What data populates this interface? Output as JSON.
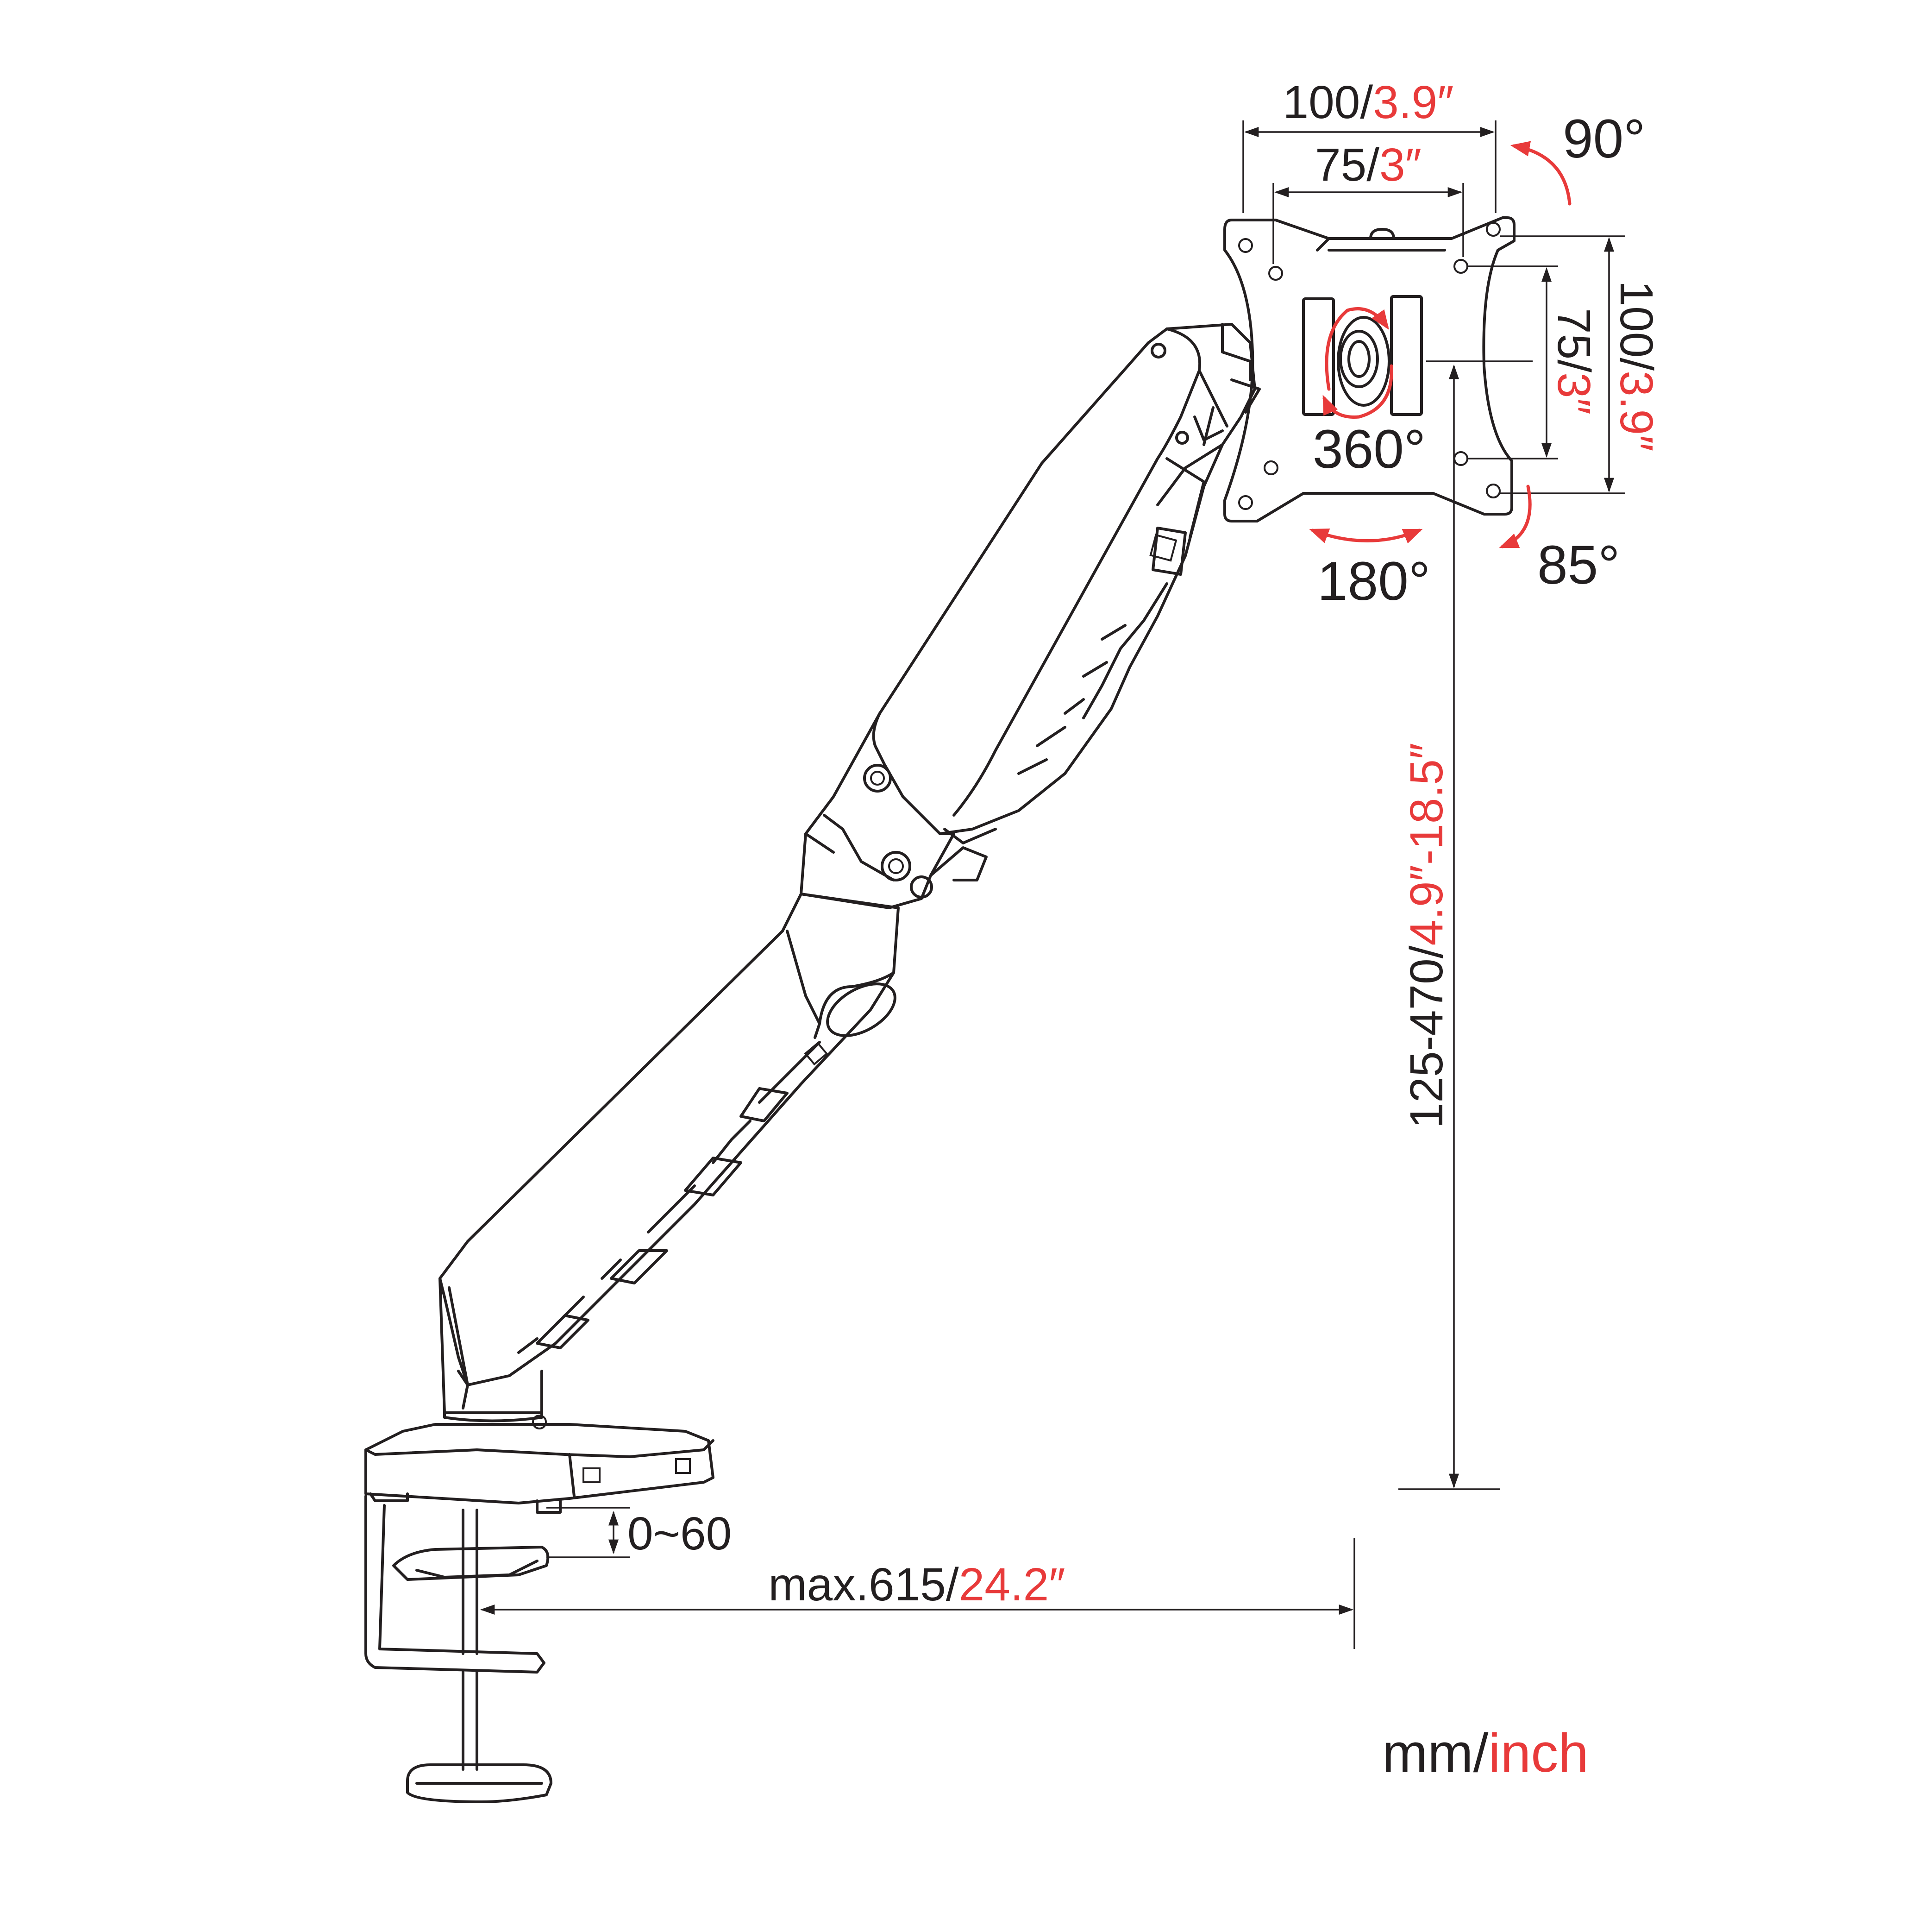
{
  "colors": {
    "ink": "#231f20",
    "accent": "#e83a3a"
  },
  "dimensions": {
    "outer_width": {
      "mm": "100/",
      "inch": "3.9″"
    },
    "inner_width": {
      "mm": "75/",
      "inch": "3″"
    },
    "outer_height": {
      "mm": "100/",
      "inch": "3.9″"
    },
    "inner_height": {
      "mm": "75/",
      "inch": "3″"
    },
    "height_range": {
      "mm": "125-470/",
      "inch": "4.9″-18.5″"
    },
    "reach": {
      "mm": "max.615/",
      "inch": "24.2″"
    },
    "clamp_range": "0~60"
  },
  "angles": {
    "tilt_up": "90°",
    "tilt_down": "85°",
    "rotation": "360°",
    "swivel": "180°"
  },
  "units": {
    "mm": "mm/",
    "inch": "inch"
  }
}
